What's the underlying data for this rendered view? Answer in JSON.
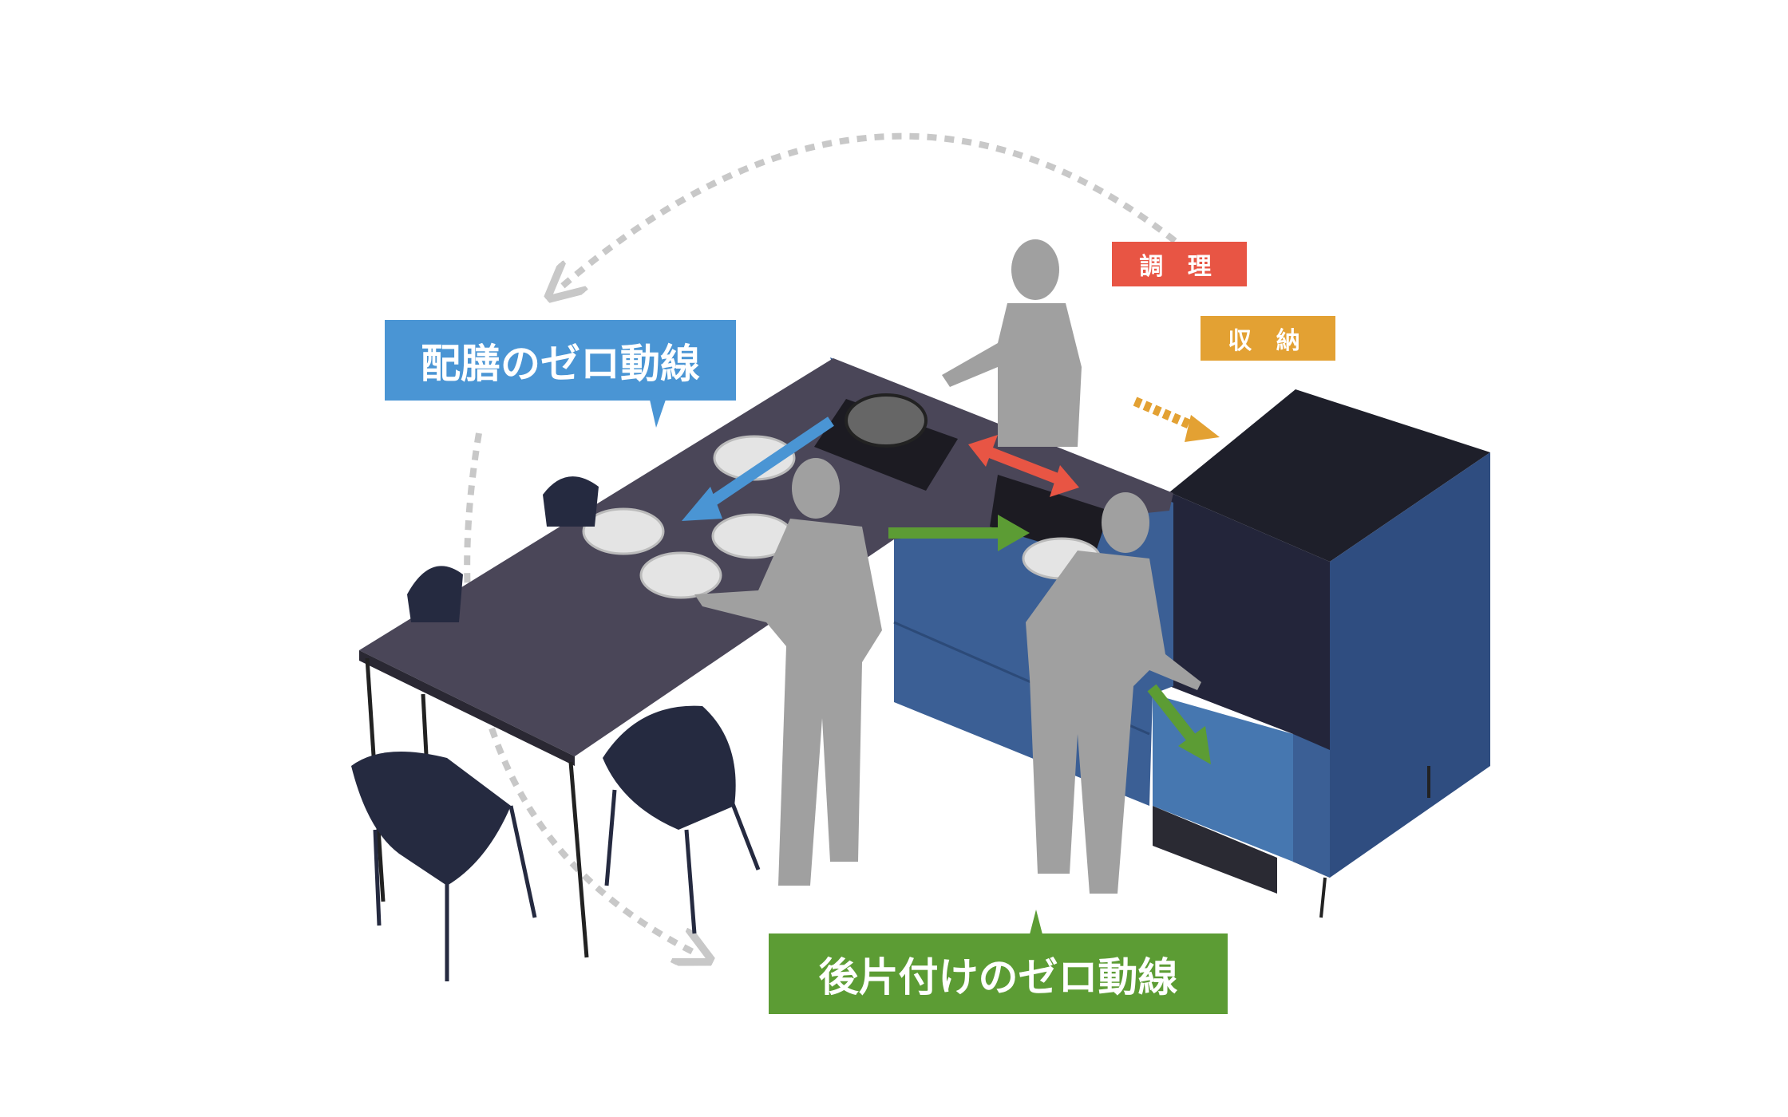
{
  "labels": {
    "cooking": "調 理",
    "storage": "収 納",
    "serving_zero_path": "配膳のゼロ動線",
    "cleanup_zero_path": "後片付けのゼロ動線"
  },
  "colors": {
    "cooking": "#e85544",
    "storage": "#e3a133",
    "serving": "#4a95d4",
    "cleanup": "#5c9c34",
    "cabinet": "#3b5f95",
    "countertop": "#4a4658",
    "figure": "#a0a0a0"
  }
}
